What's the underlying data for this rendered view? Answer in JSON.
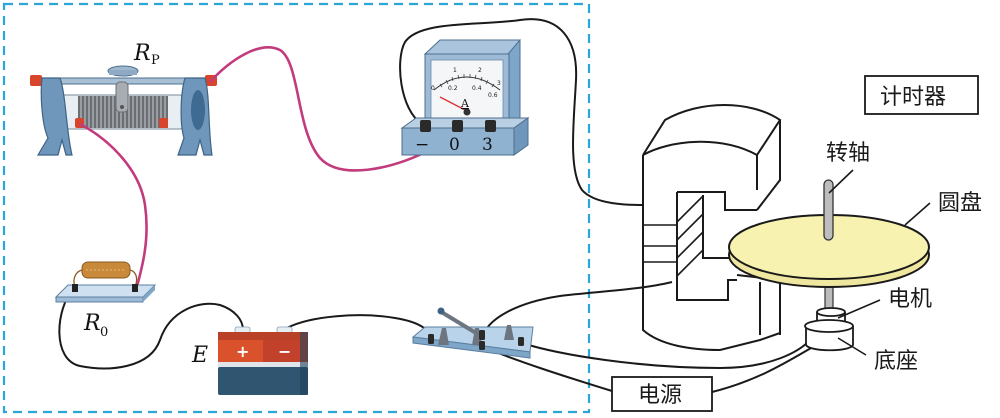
{
  "diagram": {
    "type": "experiment-apparatus",
    "labels": {
      "rheostat": "R",
      "rheostat_sub": "P",
      "resistor": "R",
      "resistor_sub": "0",
      "battery": "E",
      "timer": "计时器",
      "shaft": "转轴",
      "disc": "圆盘",
      "motor": "电机",
      "base": "底座",
      "power_supply": "电源"
    },
    "ammeter": {
      "unit_label": "A",
      "terminals": [
        "−",
        "0",
        "3"
      ],
      "scale_top": [
        "0",
        "1",
        "2",
        "3"
      ],
      "scale_bottom": [
        "0.2",
        "0.4",
        "0.6"
      ]
    },
    "battery_terminals": [
      "+",
      "−"
    ],
    "colors": {
      "dashed_box": "#2aa6d9",
      "lead_wire": "#c23b7d",
      "wire": "#1a1a1a",
      "disc": "#f7f2b0",
      "device_blue": "#7ea6c8",
      "terminal_red": "#d9452b",
      "battery_top": "#d9522b",
      "battery_body": "#2f5570"
    }
  }
}
